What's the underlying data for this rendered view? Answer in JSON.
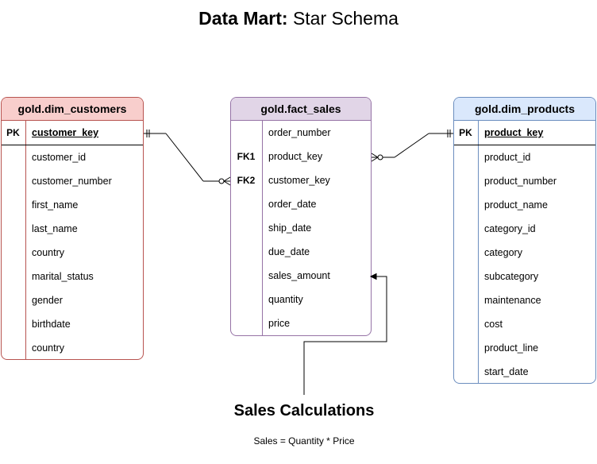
{
  "title": {
    "bold": "Data Mart:",
    "rest": " Star Schema"
  },
  "customers": {
    "name": "gold.dim_customers",
    "pk_label": "PK",
    "pk_field": "customer_key",
    "fields": [
      "customer_id",
      "customer_number",
      "first_name",
      "last_name",
      "country",
      "marital_status",
      "gender",
      "birthdate",
      "country"
    ]
  },
  "sales": {
    "name": "gold.fact_sales",
    "rows": [
      {
        "key": "",
        "field": "order_number"
      },
      {
        "key": "FK1",
        "field": "product_key"
      },
      {
        "key": "FK2",
        "field": "customer_key"
      },
      {
        "key": "",
        "field": "order_date"
      },
      {
        "key": "",
        "field": "ship_date"
      },
      {
        "key": "",
        "field": "due_date"
      },
      {
        "key": "",
        "field": "sales_amount"
      },
      {
        "key": "",
        "field": "quantity"
      },
      {
        "key": "",
        "field": "price"
      }
    ]
  },
  "products": {
    "name": "gold.dim_products",
    "pk_label": "PK",
    "pk_field": "product_key",
    "fields": [
      "product_id",
      "product_number",
      "product_name",
      "category_id",
      "category",
      "subcategory",
      "maintenance",
      "cost",
      "product_line",
      "start_date"
    ]
  },
  "note": {
    "title": "Sales Calculations",
    "formula": "Sales = Quantity * Price"
  },
  "colors": {
    "customers": "#b85450",
    "sales": "#9673a6",
    "products": "#6c8ebf"
  }
}
